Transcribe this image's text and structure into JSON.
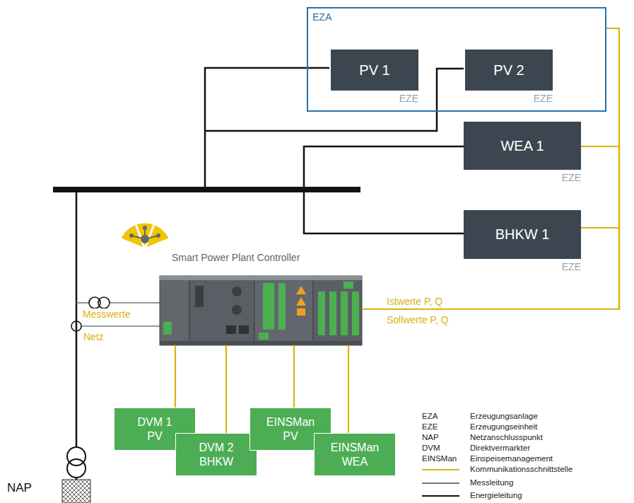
{
  "diagram": {
    "nodes": [
      {
        "text": [
          "EZA"
        ]
      },
      {
        "text": [
          "PV 1",
          "EZE"
        ],
        "in": 0
      },
      {
        "text": [
          "PV 2",
          "EZE"
        ],
        "in": 0
      },
      {
        "text": [
          "WEA 1",
          "EZE"
        ]
      },
      {
        "text": [
          "BHKW 1",
          "EZE"
        ]
      },
      {
        "text": [
          "Smart Power Plant Controller"
        ]
      },
      {
        "text": [
          "DVM 1 PV"
        ]
      },
      {
        "text": [
          "DVM 2 BHKW"
        ]
      },
      {
        "text": [
          "EINSMan PV"
        ]
      },
      {
        "text": [
          "EINSMan WEA"
        ]
      }
    ],
    "edges": [
      {
        "from": 5,
        "to": 0,
        "arrow": "none"
      },
      {
        "from": 5,
        "to": 3,
        "arrow": "none"
      },
      {
        "from": 5,
        "to": 4,
        "arrow": "none"
      },
      {
        "from": 5,
        "to": 6,
        "arrow": "none"
      },
      {
        "from": 5,
        "to": 7,
        "arrow": "none"
      },
      {
        "from": 5,
        "to": 8,
        "arrow": "none"
      },
      {
        "from": 5,
        "to": 9,
        "arrow": "none"
      }
    ],
    "labels": [
      "Messwerte",
      "Netz",
      "Istwerte P, Q",
      "Sollwerte P, Q",
      "NAP",
      "EZA",
      "Erzeugungsanlage",
      "EZE",
      "Erzeugungseinheit",
      "NAP",
      "Netzanschlusspunkt",
      "DVM",
      "Direktvermarkter",
      "EINSMan",
      "Einspeisemanagement"
    ],
    "legend": [
      {
        "text": "Kommunikationsschnittstelle"
      },
      {
        "text": "Messleitung"
      },
      {
        "text": "Energieleitung"
      }
    ]
  }
}
